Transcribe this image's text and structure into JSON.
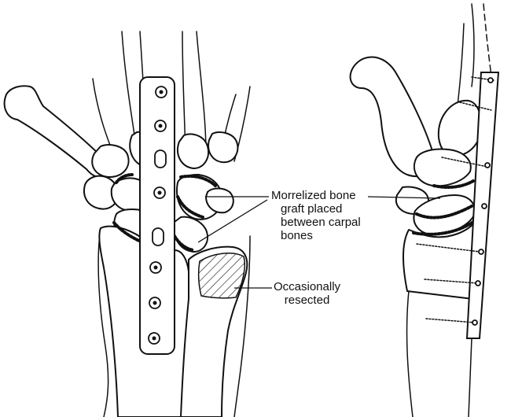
{
  "labels": {
    "graft": [
      "Morrelized bone",
      "graft placed",
      "between carpal",
      "bones"
    ],
    "resected": [
      "Occasionally",
      "resected"
    ]
  }
}
